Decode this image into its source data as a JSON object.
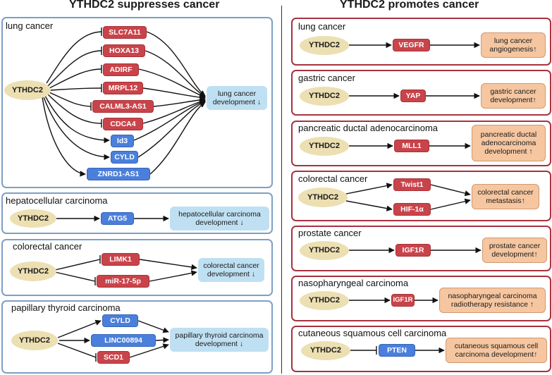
{
  "headings": {
    "left": "YTHDC2 suppresses cancer",
    "right": "YTHDC2 promotes cancer"
  },
  "suppress": {
    "lung": {
      "title": "lung cancer",
      "source": "YTHDC2",
      "targets": [
        "SLC7A11",
        "HOXA13",
        "ADIRF",
        "MRPL12",
        "CALML3-AS1",
        "CDCA4",
        "Id3",
        "CYLD",
        "ZNRD1-AS1"
      ],
      "outcome": "lung cancer development ↓"
    },
    "hcc": {
      "title": "hepatocellular carcinoma",
      "source": "YTHDC2",
      "target": "ATG5",
      "outcome": "hepatocellular carcinoma development ↓"
    },
    "crc": {
      "title": "colorectal cancer",
      "source": "YTHDC2",
      "targets": [
        "LIMK1",
        "miR-17-5p"
      ],
      "outcome": "colorectal cancer development ↓"
    },
    "ptc": {
      "title": "papillary thyroid carcinoma",
      "source": "YTHDC2",
      "targets": [
        "CYLD",
        "LINC00894",
        "SCD1"
      ],
      "outcome": "papillary thyroid carcinoma development ↓"
    }
  },
  "promote": {
    "lung": {
      "title": "lung cancer",
      "source": "YTHDC2",
      "target": "VEGFR",
      "outcome": "lung cancer angiogenesis↑"
    },
    "gastric": {
      "title": "gastric cancer",
      "source": "YTHDC2",
      "target": "YAP",
      "outcome": "gastric cancer development↑"
    },
    "pdac": {
      "title": "pancreatic ductal adenocarcinoma",
      "source": "YTHDC2",
      "target": "MLL1",
      "outcome": "pancreatic ductal adenocarcinoma development ↑"
    },
    "crc": {
      "title": "colorectal cancer",
      "source": "YTHDC2",
      "targets": [
        "Twist1",
        "HIF-1α"
      ],
      "outcome": "colorectal cancer metastasis↑"
    },
    "prostate": {
      "title": "prostate cancer",
      "source": "YTHDC2",
      "target": "IGF1R",
      "outcome": "prostate cancer development↑"
    },
    "npc": {
      "title": "nasopharyngeal carcinoma",
      "source": "YTHDC2",
      "target": "IGF1R",
      "outcome": "nasopharyngeal carcinoma radiotherapy resistance ↑"
    },
    "cscc": {
      "title": "cutaneous squamous cell carcinoma",
      "source": "YTHDC2",
      "target": "PTEN",
      "outcome": "cutaneous squamous cell carcinoma development↑"
    }
  },
  "colors": {
    "suppress_border": "#7d9fc6",
    "promote_border": "#a6333f",
    "red_node": "#c9444a",
    "blue_node": "#4a7fdc",
    "source_node": "#ecdfb2",
    "blue_outcome": "#bfe0f2",
    "orange_outcome": "#f5c6a0"
  }
}
